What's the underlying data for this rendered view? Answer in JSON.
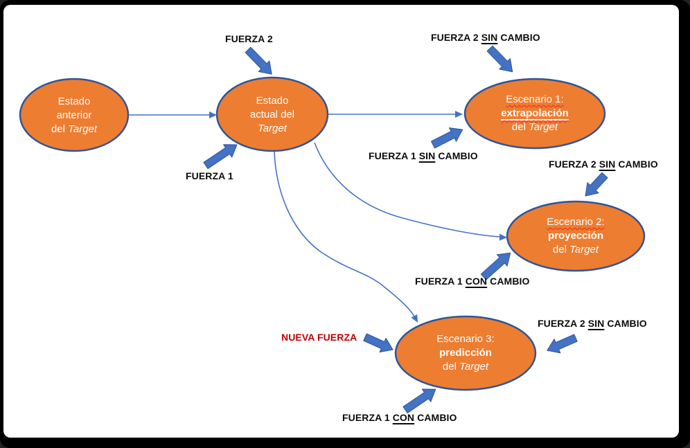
{
  "diagram": {
    "nodes": {
      "estado_anterior": {
        "line1": "Estado",
        "line2": "anterior",
        "line3_pre": "del ",
        "line3_italic": "Target"
      },
      "estado_actual": {
        "line1": "Estado",
        "line2": "actual del",
        "line3_pre": "",
        "line3_italic": "Target"
      },
      "escenario_1": {
        "line1": "Escenario 1:",
        "line2": "extrapolación",
        "line3_pre": "del ",
        "line3_italic": "Target"
      },
      "escenario_2": {
        "line1": "Escenario 2:",
        "line2": "proyección",
        "line3_pre": "del ",
        "line3_italic": "Target"
      },
      "escenario_3": {
        "line1": "Escenario 3:",
        "line2": "predicción",
        "line3_pre": "del ",
        "line3_italic": "Target"
      }
    },
    "labels": {
      "fuerza_2": {
        "pre": "FUERZA 2",
        "u": "",
        "post": ""
      },
      "fuerza_1": {
        "pre": "FUERZA 1",
        "u": "",
        "post": ""
      },
      "fuerza_2_sin_esc1": {
        "pre": "FUERZA 2 ",
        "u": "SIN",
        "post": " CAMBIO"
      },
      "fuerza_1_sin_esc1": {
        "pre": "FUERZA 1 ",
        "u": "SIN",
        "post": " CAMBIO"
      },
      "fuerza_2_sin_esc2": {
        "pre": "FUERZA 2 ",
        "u": "SIN",
        "post": " CAMBIO"
      },
      "fuerza_1_con_esc2": {
        "pre": "FUERZA 1 ",
        "u": "CON",
        "post": " CAMBIO"
      },
      "fuerza_2_sin_esc3": {
        "pre": "FUERZA 2 ",
        "u": "SIN",
        "post": " CAMBIO"
      },
      "nueva_fuerza": {
        "pre": "NUEVA FUERZA",
        "u": "",
        "post": ""
      },
      "fuerza_1_con_esc3": {
        "pre": "FUERZA 1 ",
        "u": "CON",
        "post": " CAMBIO"
      }
    },
    "colors": {
      "node_fill": "#ED7D31",
      "node_border": "#2F5597",
      "arrow_fill": "#4472C4",
      "connector": "#4472C4",
      "label_text": "#0b0b0b",
      "nueva_fuerza_text": "#C00000",
      "spellcheck_underline": "#FF1F1F",
      "frame": "#000000",
      "background": "#FFFFFF"
    }
  }
}
